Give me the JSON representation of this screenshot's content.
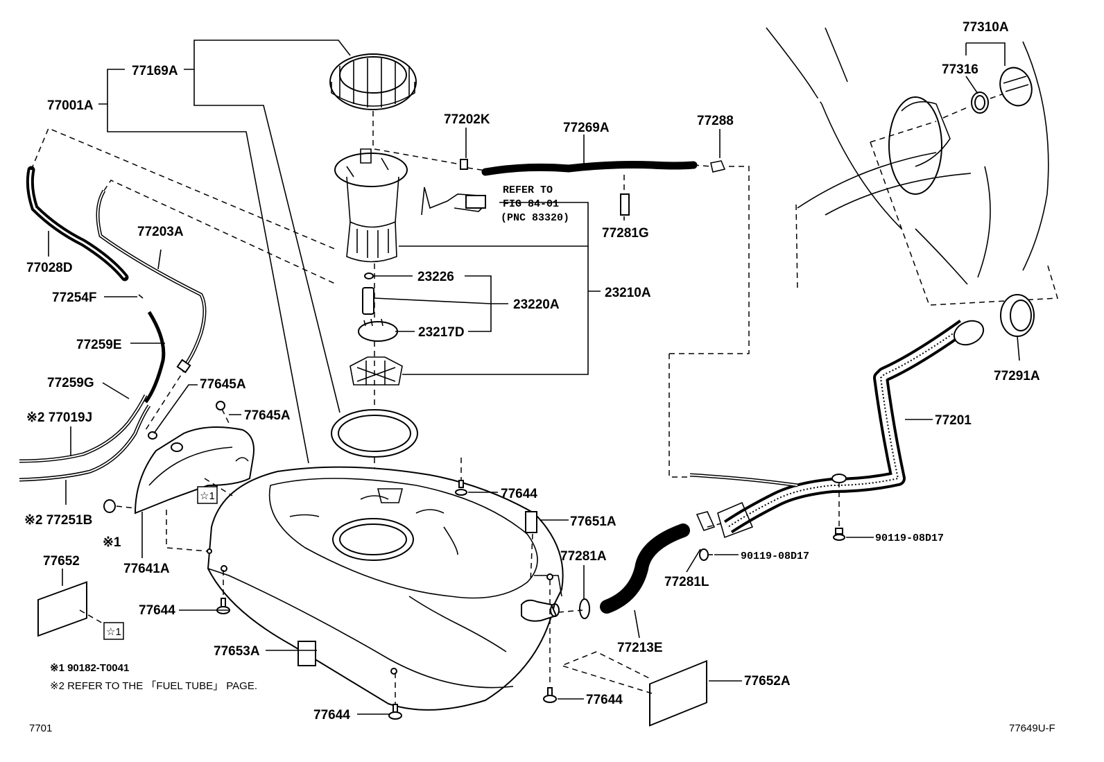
{
  "labels": {
    "p77001A": "77001A",
    "p77169A": "77169A",
    "p77202K": "77202K",
    "p77269A": "77269A",
    "p77288": "77288",
    "p77310A": "77310A",
    "p77316": "77316",
    "refer1": "REFER TO",
    "refer2": "FIG 84-01",
    "refer3": "(PNC 83320)",
    "p77281G": "77281G",
    "p77203A": "77203A",
    "p77028D": "77028D",
    "p77254F": "77254F",
    "p77259E": "77259E",
    "p77259G": "77259G",
    "p77645A_1": "77645A",
    "p77645A_2": "77645A",
    "p77019J": "※2 77019J",
    "p77251B": "※2 77251B",
    "star1_a": "☆1",
    "star1_b": "☆1",
    "mark1": "※1",
    "p77641A": "77641A",
    "p77652": "77652",
    "p23226": "23226",
    "p23220A": "23220A",
    "p23210A": "23210A",
    "p23217D": "23217D",
    "p77291A": "77291A",
    "p77201": "77201",
    "p77644_1": "77644",
    "p77651A": "77651A",
    "p77281A": "77281A",
    "p77281L": "77281L",
    "p90119_1": "90119-08D17",
    "p90119_2": "90119-08D17",
    "p77644_2": "77644",
    "p77653A": "77653A",
    "p77213E": "77213E",
    "p77652A": "77652A",
    "p77644_3": "77644",
    "p77644_4": "77644"
  },
  "notes": {
    "note1": "※1  90182-T0041",
    "note2": "※2  REFER TO THE 「FUEL TUBE」 PAGE."
  },
  "footer": {
    "left": "7701",
    "right": "77649U-F"
  }
}
